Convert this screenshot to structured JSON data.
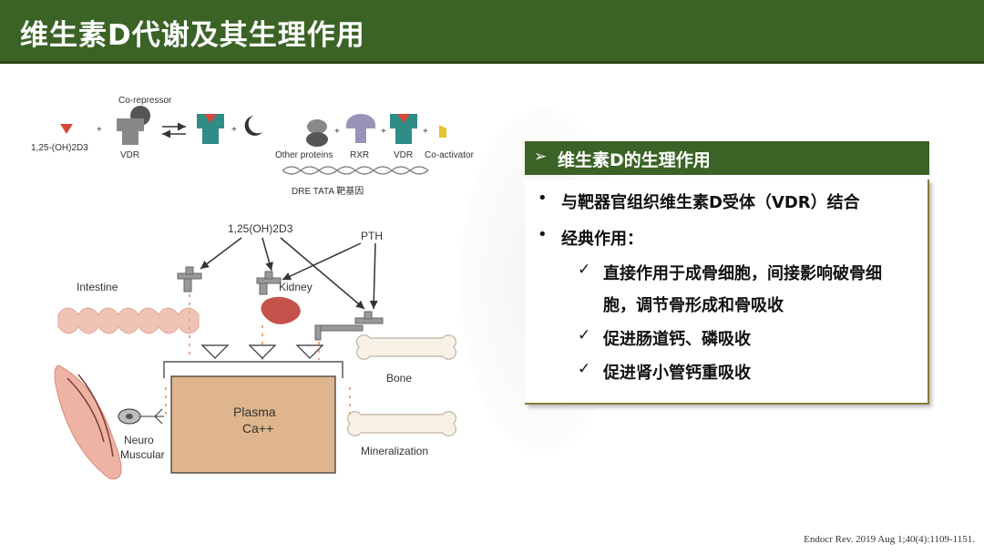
{
  "header": {
    "title": "维生素D代谢及其生理作用"
  },
  "diagram": {
    "top": {
      "ligand": "1,25-(OH)2D3",
      "corepressor": "Co-repressor",
      "vdr_left": "VDR",
      "other_proteins": "Other proteins",
      "rxr": "RXR",
      "vdr_right": "VDR",
      "coactivator": "Co-activator",
      "dna_label": "DRE  TATA 靶基因"
    },
    "bottom": {
      "hormone": "1,25(OH)2D3",
      "pth": "PTH",
      "intestine": "Intestine",
      "kidney": "Kidney",
      "bone": "Bone",
      "plasma": "Plasma",
      "ca": "Ca++",
      "neuro": "Neuro",
      "muscular": "Muscular",
      "mineralization": "Mineralization"
    }
  },
  "panel": {
    "heading_arrow": "➢",
    "heading": "维生素D的生理作用",
    "bullet1": "与靶器官组织维生素D受体（VDR）结合",
    "bullet2": "经典作用：",
    "sub1_line1": "直接作用于成骨细胞，间接影响破骨细",
    "sub1_line2": "胞，调节骨形成和骨吸收",
    "sub2": "促进肠道钙、磷吸收",
    "sub3": "促进肾小管钙重吸收",
    "bullet_char": "•",
    "check_char": "✓"
  },
  "citation": "Endocr Rev. 2019 Aug 1;40(4):1109-1151."
}
